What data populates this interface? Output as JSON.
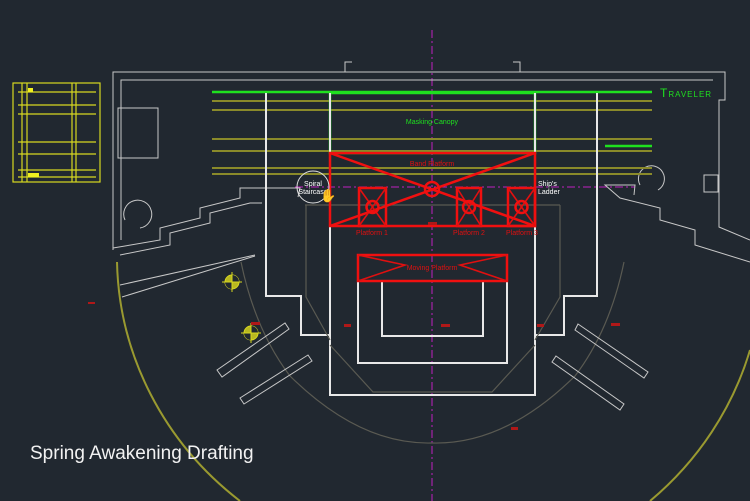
{
  "drawing": {
    "title": "Spring Awakening Drafting",
    "labels": {
      "traveler": "Traveler",
      "masking_canopy": "Masking Canopy",
      "band_platform": "Band Platform",
      "spiral_staircase_line1": "Spiral",
      "spiral_staircase_line2": "Staircase",
      "ships_ladder_line1": "Ship's",
      "ships_ladder_line2": "Ladder",
      "platform_1": "Platform 1",
      "platform_2": "Platform 2",
      "platform_3": "Platform 3",
      "moving_platform": "Moving Platform"
    },
    "colors": {
      "background": "#212830",
      "scenery": "#f01010",
      "masking": "#1fe01f",
      "linesets": "#8a8a2a",
      "walls": "#e8e8e8",
      "centerline": "#c020c0"
    }
  }
}
